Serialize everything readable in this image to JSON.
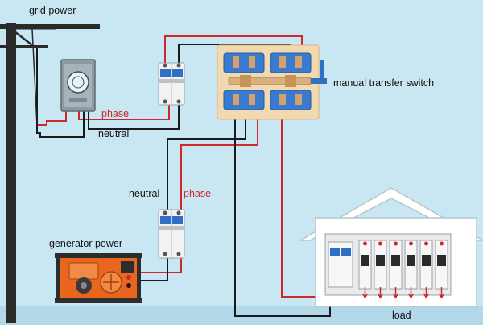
{
  "labels": {
    "grid_power": "grid power",
    "manual_transfer_switch": "manual transfer switch",
    "phase_top": "phase",
    "neutral_top": "neutral",
    "neutral_mid": "neutral",
    "phase_mid": "phase",
    "generator_power": "generator power",
    "load": "load"
  },
  "colors": {
    "background": "#c9e6f3",
    "phase_wire": "#d0282a",
    "neutral_wire": "#1a1a1a",
    "breaker_handle": "#2f6fc4",
    "switch_panel": "#f3d9b0",
    "generator": "#e9661e"
  },
  "breaker_counts": {
    "load_panel_breakers": 6
  }
}
